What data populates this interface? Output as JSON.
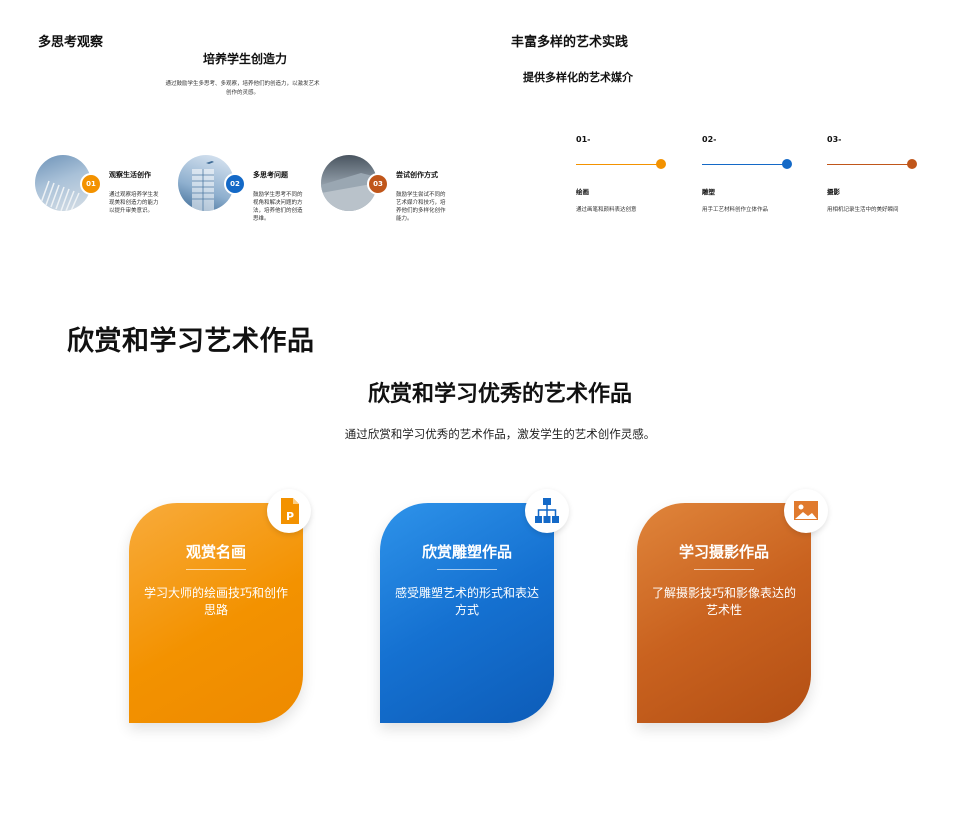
{
  "slide1": {
    "title": "多思考观察",
    "subtitle": "培养学生创造力",
    "desc": "通过鼓励学生多思考、多观察，培养他们的创造力，以激发艺术创作的灵感。",
    "items": [
      {
        "num": "01",
        "title": "观察生活创作",
        "desc": "通过观察培养学生发现美和创造力的能力以提升审美意识。",
        "color": "#f39200"
      },
      {
        "num": "02",
        "title": "多思考问题",
        "desc": "鼓励学生思考不同的视角和解决问题的方法，培养他们的创造思维。",
        "color": "#1469c7"
      },
      {
        "num": "03",
        "title": "尝试创作方式",
        "desc": "鼓励学生尝试不同的艺术媒介和技巧，培养他们的多样化创作能力。",
        "color": "#c0561a"
      }
    ]
  },
  "slide2": {
    "title": "丰富多样的艺术实践",
    "subtitle": "提供多样化的艺术媒介",
    "steps": [
      {
        "num": "01-",
        "title": "绘画",
        "desc": "通过画笔和颜料表达创意",
        "color": "#f39200"
      },
      {
        "num": "02-",
        "title": "雕塑",
        "desc": "用手工艺材料创作立体作品",
        "color": "#1469c7"
      },
      {
        "num": "03-",
        "title": "摄影",
        "desc": "用相机记录生活中的美好瞬间",
        "color": "#c0561a"
      }
    ]
  },
  "slide3": {
    "title": "欣赏和学习艺术作品",
    "subtitle": "欣赏和学习优秀的艺术作品",
    "desc": "通过欣赏和学习优秀的艺术作品，激发学生的艺术创作灵感。",
    "cards": [
      {
        "title": "观赏名画",
        "desc": "学习大师的绘画技巧和创作思路",
        "icon": "powerpoint-file-icon",
        "color": "#f39200"
      },
      {
        "title": "欣赏雕塑作品",
        "desc": "感受雕塑艺术的形式和表达方式",
        "icon": "org-chart-icon",
        "color": "#1469c7"
      },
      {
        "title": "学习摄影作品",
        "desc": "了解摄影技巧和影像表达的艺术性",
        "icon": "image-icon",
        "color": "#c0561a"
      }
    ]
  }
}
